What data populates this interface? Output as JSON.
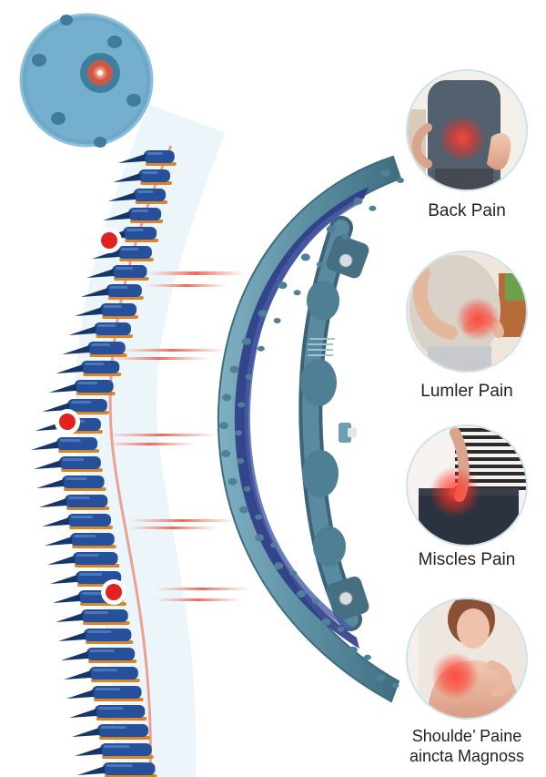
{
  "illustration": {
    "subject": "spine-and-back-stretcher",
    "colors": {
      "spine": "#27509a",
      "spine_dark": "#163569",
      "disc": "#d8852a",
      "pain_point": "#e3211f",
      "device": "#5f8fa2",
      "device_inner": "#2d3c86",
      "beam": "#ee7b6b"
    }
  },
  "panels": [
    {
      "icon": "back-pain-photo",
      "label": "Back Pain"
    },
    {
      "icon": "lumbar-pain-photo",
      "label": "Lumler Pain"
    },
    {
      "icon": "muscle-pain-photo",
      "label": "Miscles Pain"
    },
    {
      "icon": "shoulder-pain-photo",
      "label_line1": "Shoulde’ Paine",
      "label_line2": "aincta Magnoss"
    }
  ]
}
